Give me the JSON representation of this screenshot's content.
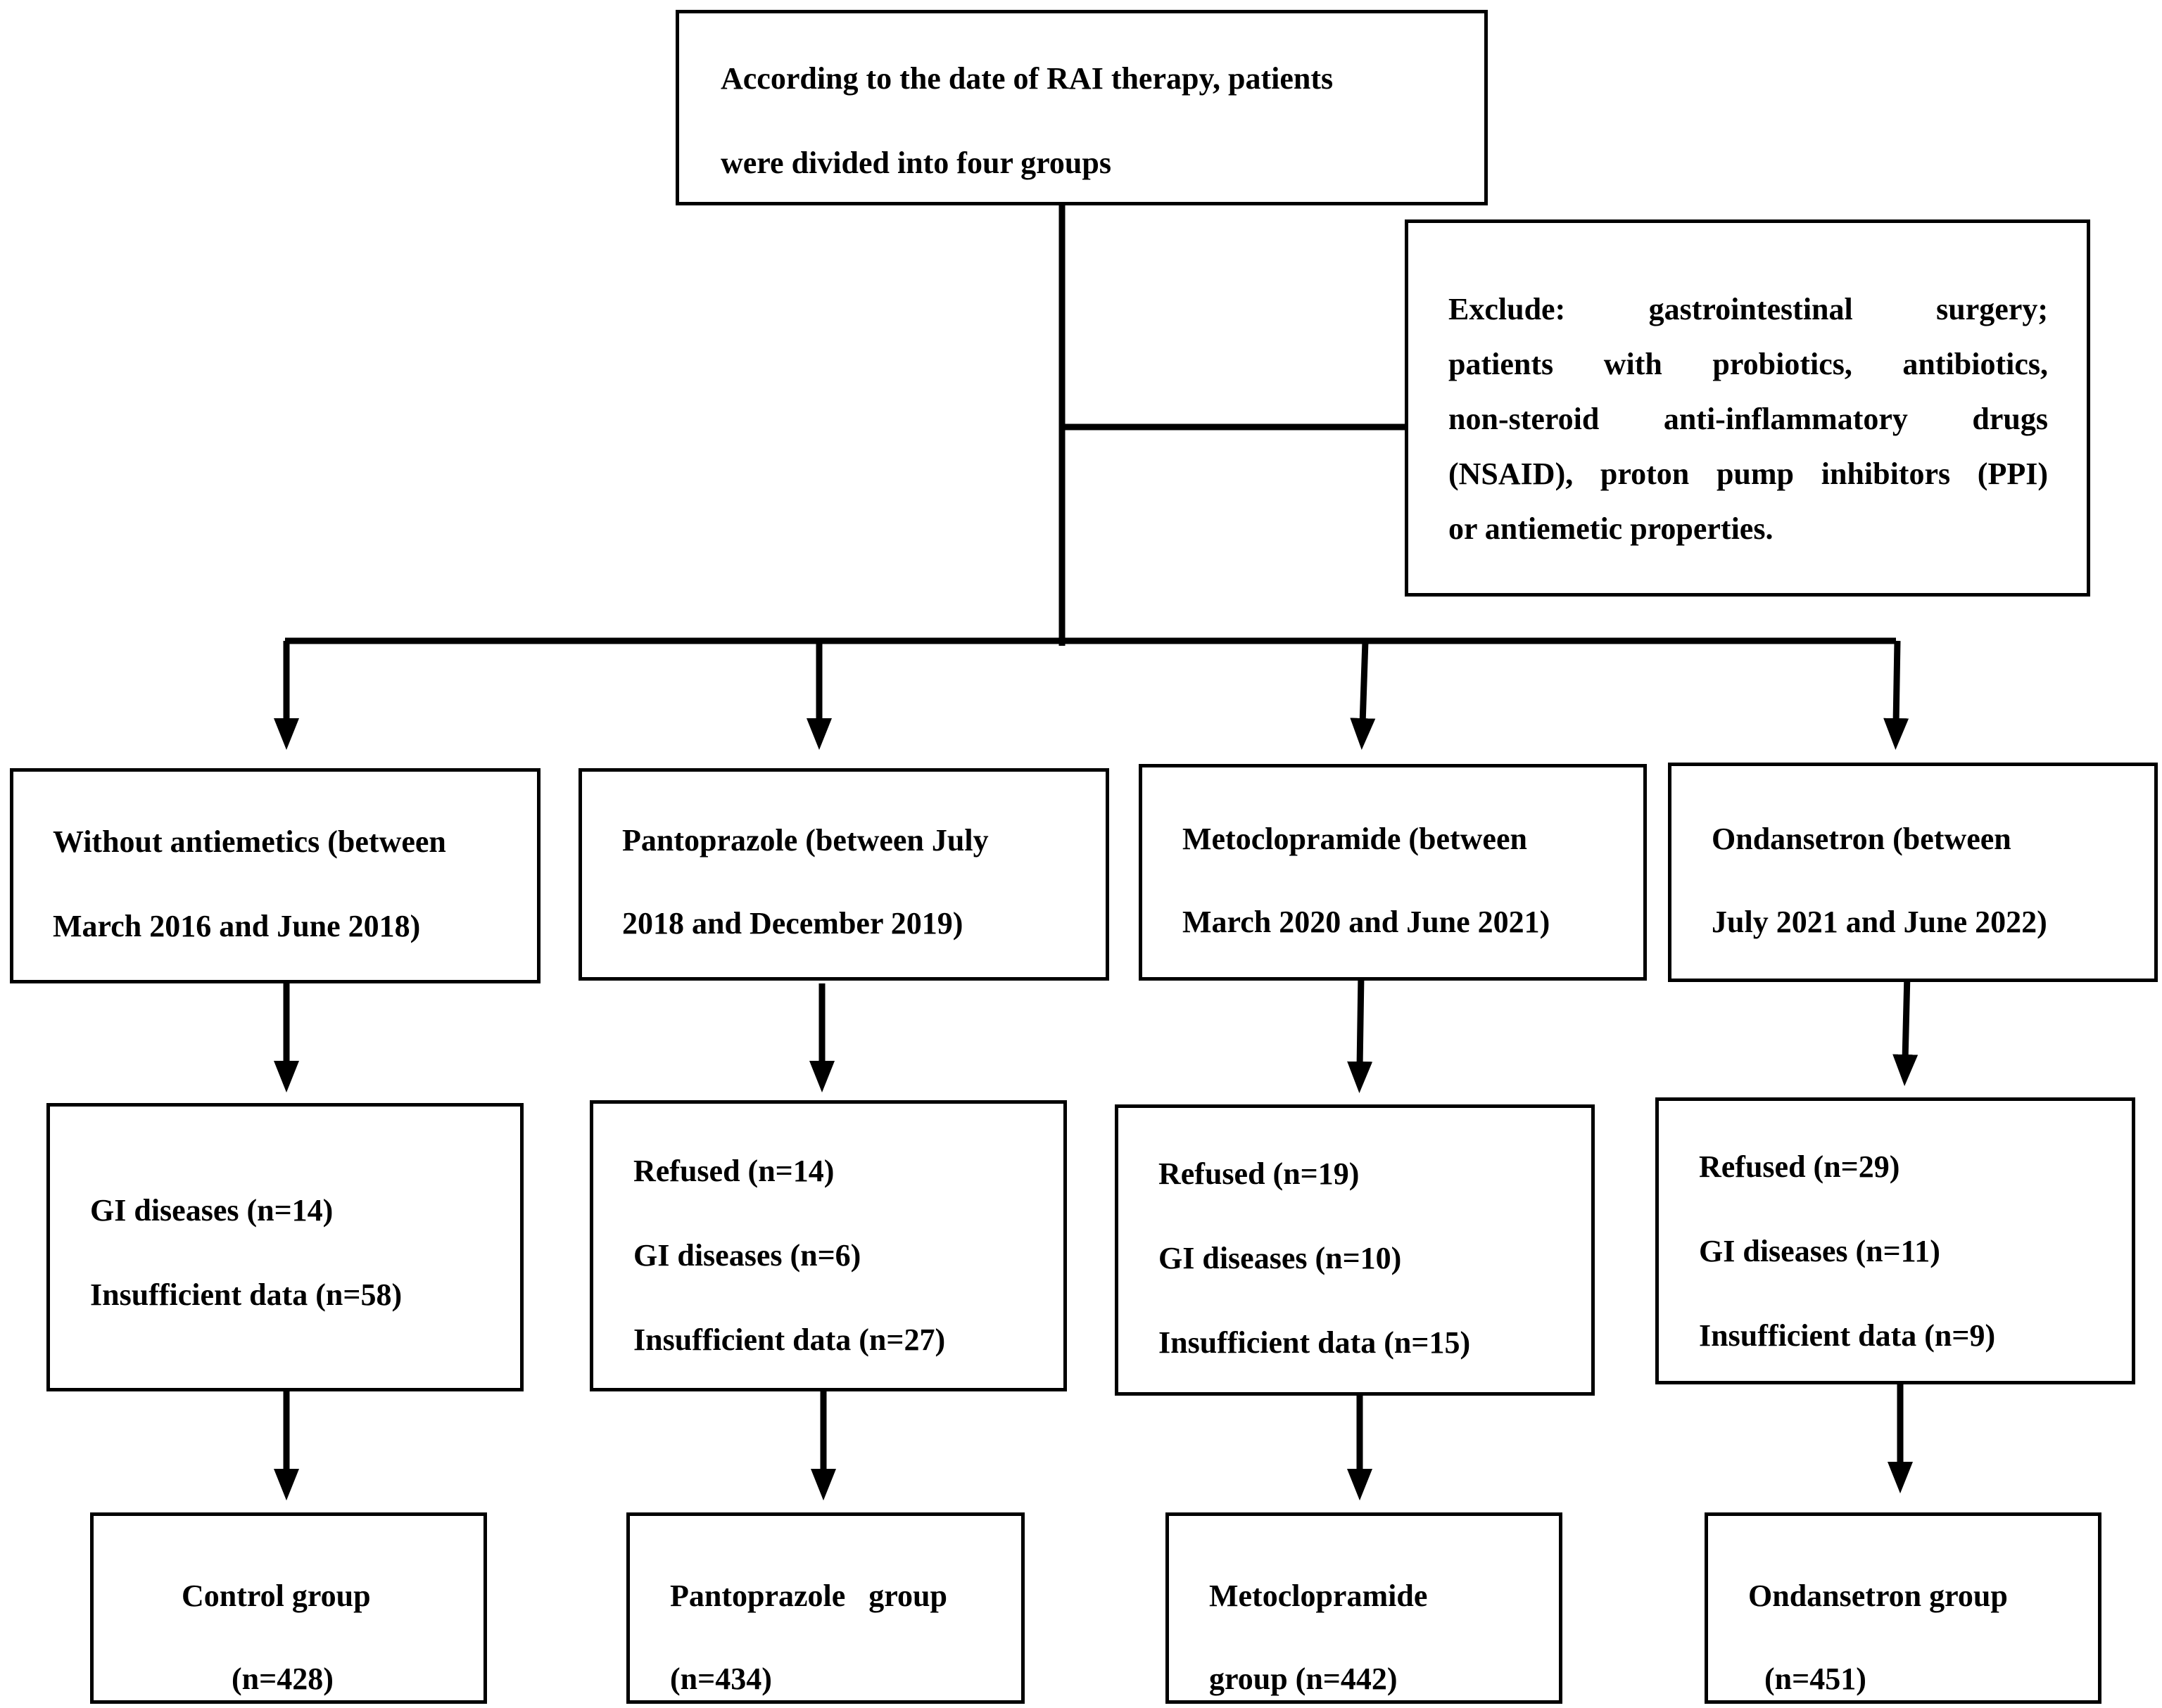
{
  "top_box": {
    "line1": "According to the date of RAI therapy, patients",
    "line2": "were divided into four groups"
  },
  "exclude_box": {
    "lines": [
      "Exclude: gastrointestinal surgery;",
      "patients with probiotics, antibiotics,",
      "non-steroid anti-inflammatory drugs",
      "(NSAID), proton pump inhibitors (PPI)",
      "or antiemetic properties."
    ]
  },
  "groups": [
    {
      "period_line1": "Without antiemetics (between",
      "period_line2": "March 2016 and June 2018)",
      "excluded": [
        "GI diseases (n=14)",
        "Insufficient data (n=58)"
      ],
      "final_line1": "Control group",
      "final_line2": "(n=428)"
    },
    {
      "period_line1": "Pantoprazole (between July",
      "period_line2": "2018 and December 2019)",
      "excluded": [
        "Refused (n=14)",
        "GI diseases (n=6)",
        "Insufficient data (n=27)"
      ],
      "final_line1": "Pantoprazole   group",
      "final_line2": "(n=434)"
    },
    {
      "period_line1": "Metoclopramide (between",
      "period_line2": "March 2020 and June 2021)",
      "excluded": [
        "Refused (n=19)",
        "GI diseases (n=10)",
        "Insufficient data (n=15)"
      ],
      "final_line1": "Metoclopramide",
      "final_line2": "group (n=442)"
    },
    {
      "period_line1": "Ondansetron (between",
      "period_line2": "July 2021 and June 2022)",
      "excluded": [
        "Refused (n=29)",
        "GI diseases (n=11)",
        "Insufficient data (n=9)"
      ],
      "final_line1": "Ondansetron group",
      "final_line2": "(n=451)"
    }
  ]
}
